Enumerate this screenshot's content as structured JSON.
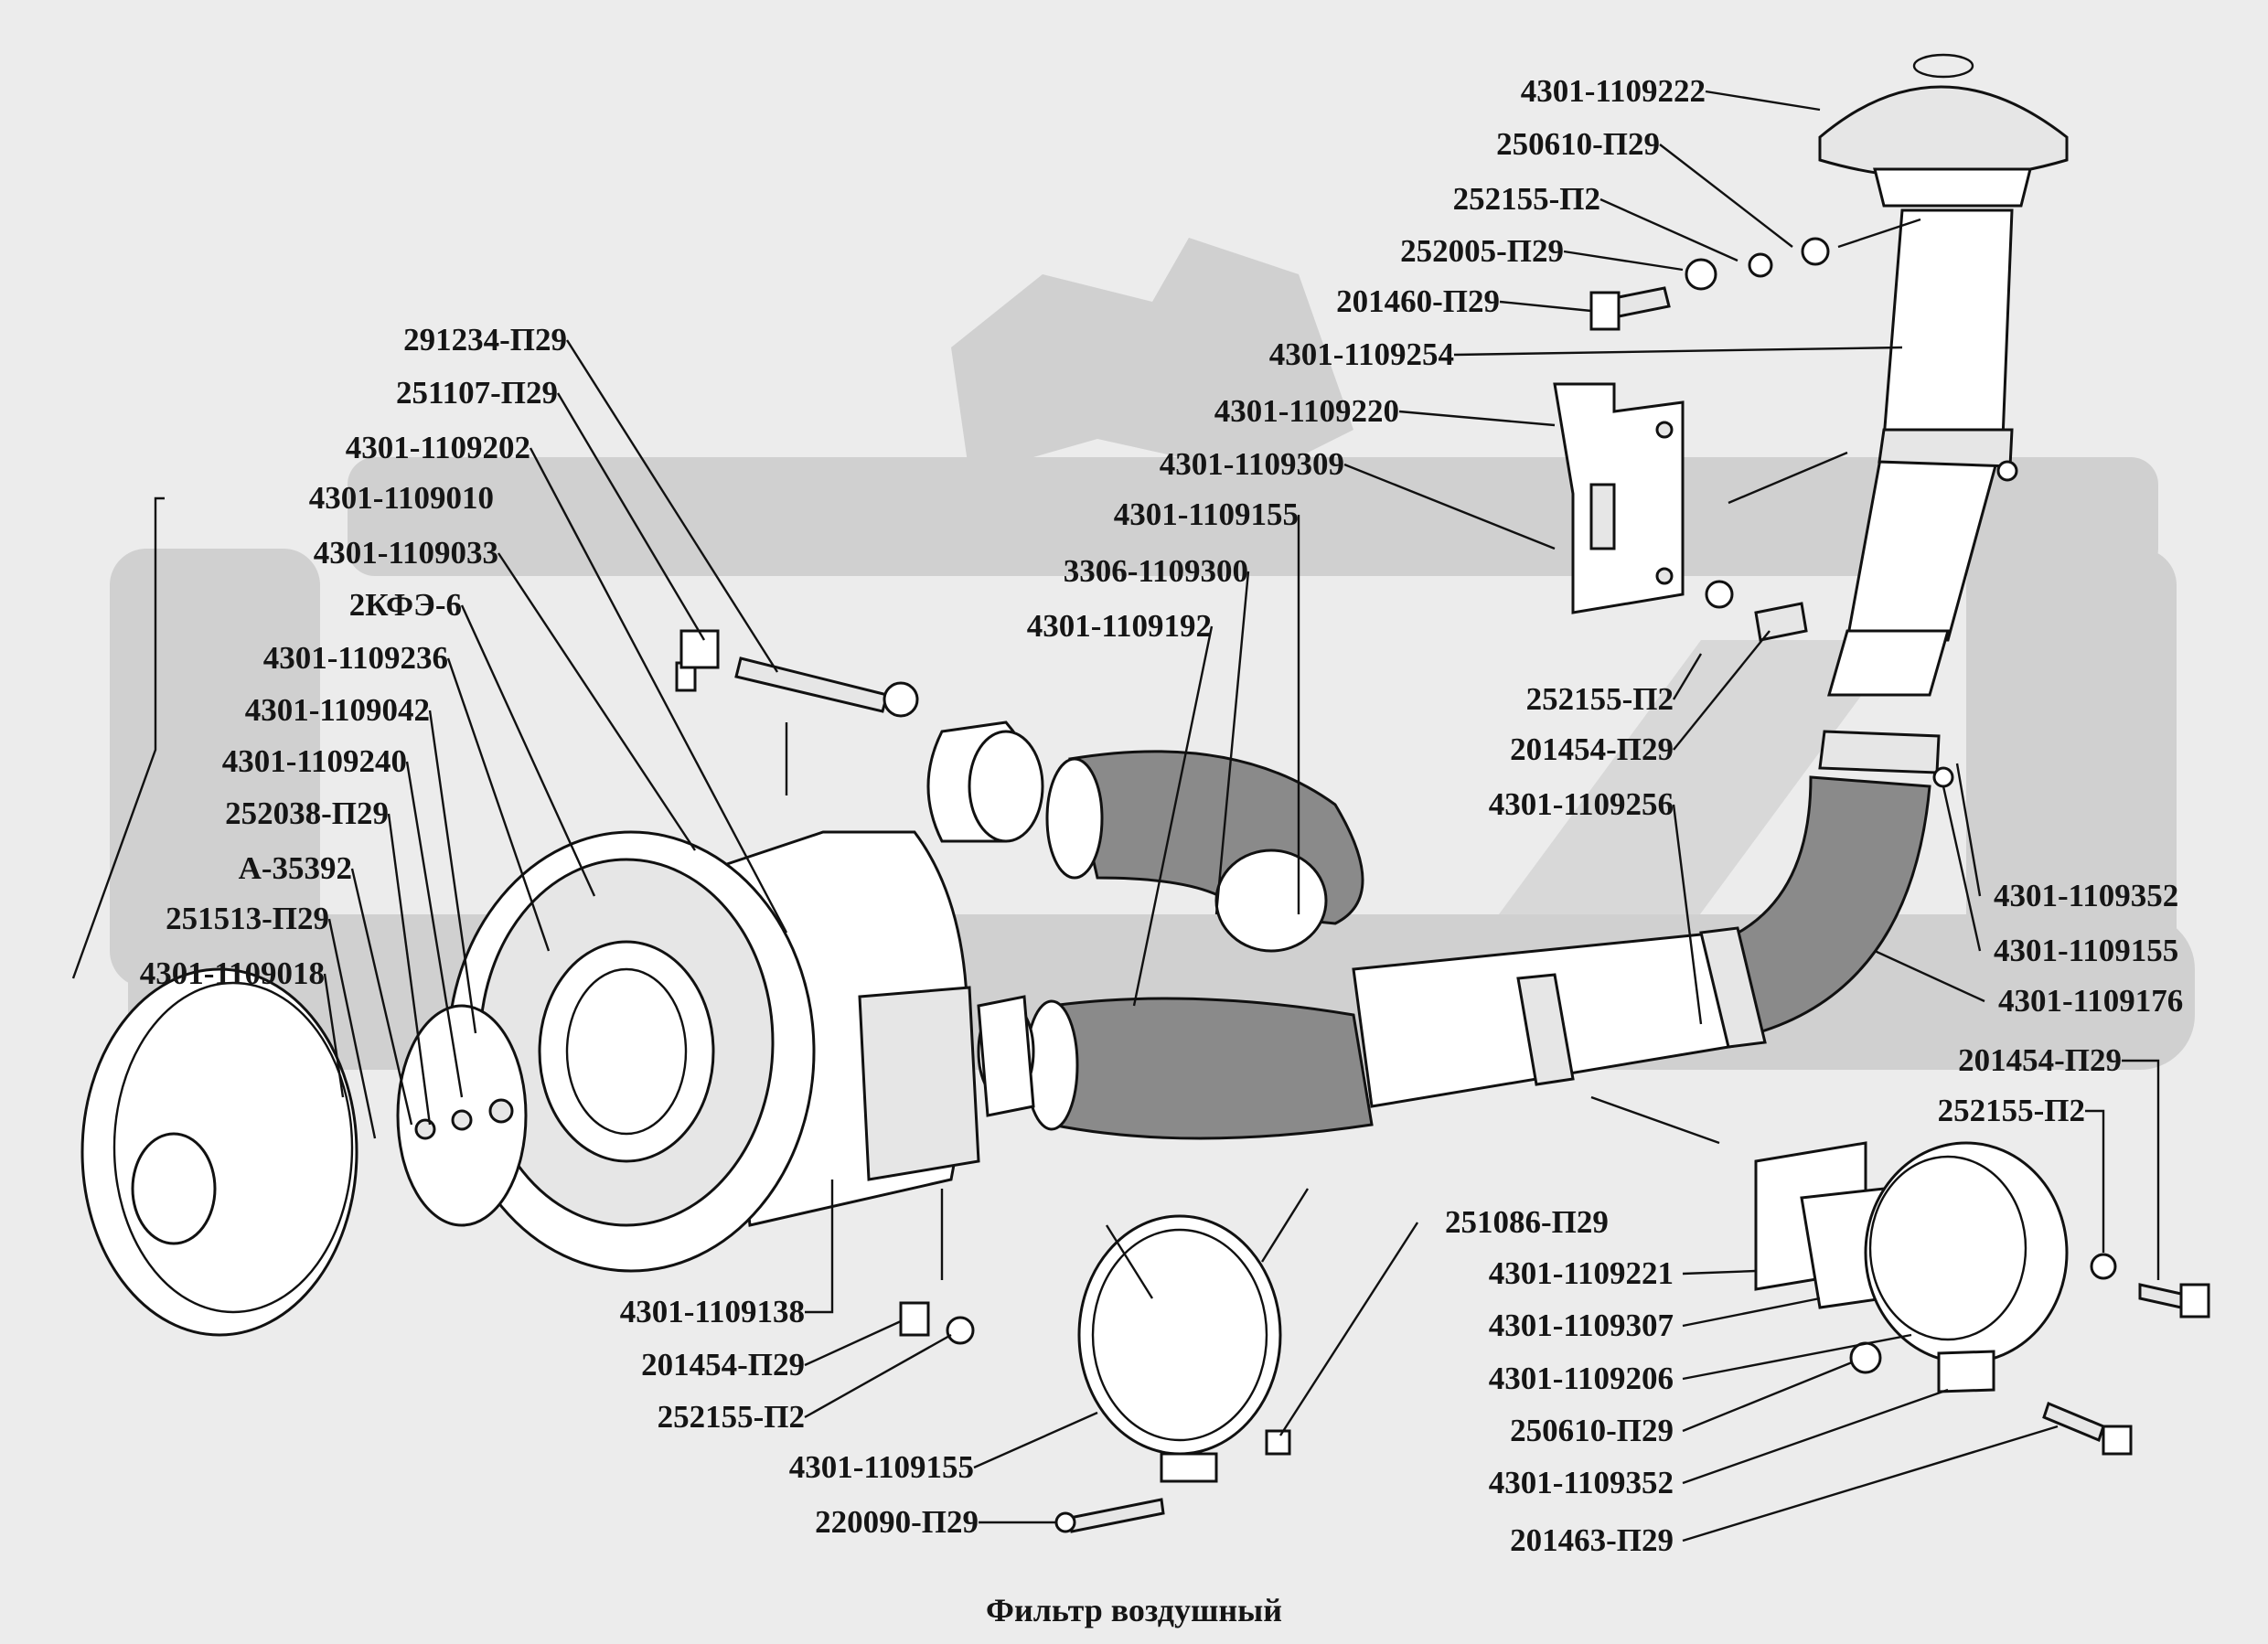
{
  "caption": "Фильтр воздушный",
  "colors": {
    "background": "#ececec",
    "ink": "#151515",
    "watermark": "#d0d0d0",
    "hose": "#8a8a8a"
  },
  "labels": [
    "4301-1109222",
    "250610-П29",
    "252155-П2",
    "252005-П29",
    "201460-П29",
    "4301-1109254",
    "4301-1109220",
    "4301-1109309",
    "4301-1109155",
    "3306-1109300",
    "4301-1109192",
    "291234-П29",
    "251107-П29",
    "4301-1109202",
    "4301-1109010",
    "4301-1109033",
    "2КФЭ-6",
    "4301-1109236",
    "4301-1109042",
    "4301-1109240",
    "252038-П29",
    "А-35392",
    "251513-П29",
    "4301-1109018",
    "252155-П2",
    "201454-П29",
    "4301-1109256",
    "4301-1109352",
    "4301-1109155",
    "4301-1109176",
    "201454-П29",
    "252155-П2",
    "251086-П29",
    "4301-1109221",
    "4301-1109307",
    "4301-1109206",
    "250610-П29",
    "4301-1109352",
    "201463-П29",
    "4301-1109138",
    "201454-П29",
    "252155-П2",
    "4301-1109155",
    "220090-П29"
  ]
}
